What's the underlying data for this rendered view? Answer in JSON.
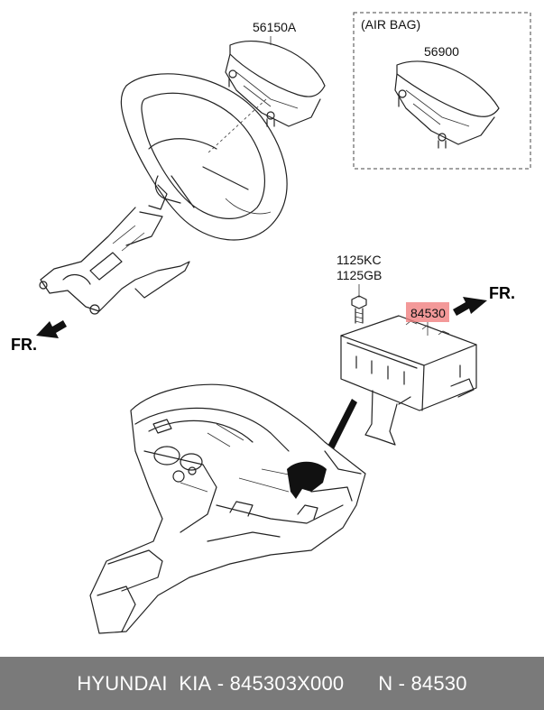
{
  "labels": {
    "part_56150A": "56150A",
    "airbag_box_title": "(AIR BAG)",
    "part_56900": "56900",
    "bolt_a": "1125KC",
    "bolt_b": "1125GB",
    "part_84530": "84530",
    "front_left": "FR.",
    "front_right": "FR."
  },
  "colors": {
    "highlight": "#f08080",
    "footer_bg": "#7a7a7a",
    "footer_text": "#ffffff"
  },
  "footer": {
    "brand": "HYUNDAI  KIA",
    "part_number": "- 845303X000",
    "ref": "N - 84530"
  }
}
